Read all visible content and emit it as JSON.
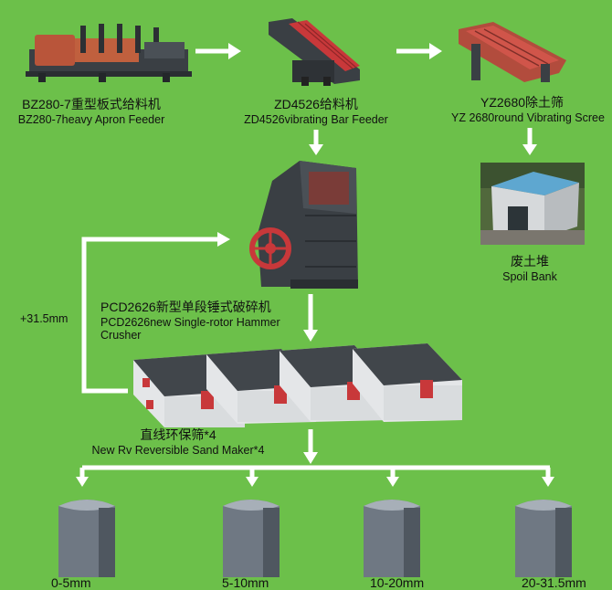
{
  "nodes": {
    "apron_feeder": {
      "cn": "BZ280-7重型板式给料机",
      "en": "BZ280-7heavy Apron Feeder"
    },
    "bar_feeder": {
      "cn": "ZD4526给料机",
      "en": "ZD4526vibrating Bar Feeder"
    },
    "vibrating_screen": {
      "cn": "YZ2680除土筛",
      "en": "YZ 2680round Vibrating Scree"
    },
    "spoil_bank": {
      "cn": "废土堆",
      "en": "Spoil Bank"
    },
    "hammer_crusher": {
      "cn": "PCD2626新型单段锤式破碎机",
      "en_line1": "PCD2626new Single-rotor Hammer",
      "en_line2": "Crusher"
    },
    "sand_maker": {
      "cn": "直线环保筛*4",
      "en": "New Rv Reversible Sand Maker*4"
    }
  },
  "return_loop_label": "+31.5mm",
  "products": [
    {
      "label": "0-5mm"
    },
    {
      "label": "5-10mm"
    },
    {
      "label": "10-20mm"
    },
    {
      "label": "20-31.5mm"
    }
  ],
  "colors": {
    "background": "#6cc04a",
    "arrow": "#ffffff",
    "machine_dark": "#3a3f44",
    "machine_red": "#c8383a",
    "silo": "#6f7883"
  }
}
